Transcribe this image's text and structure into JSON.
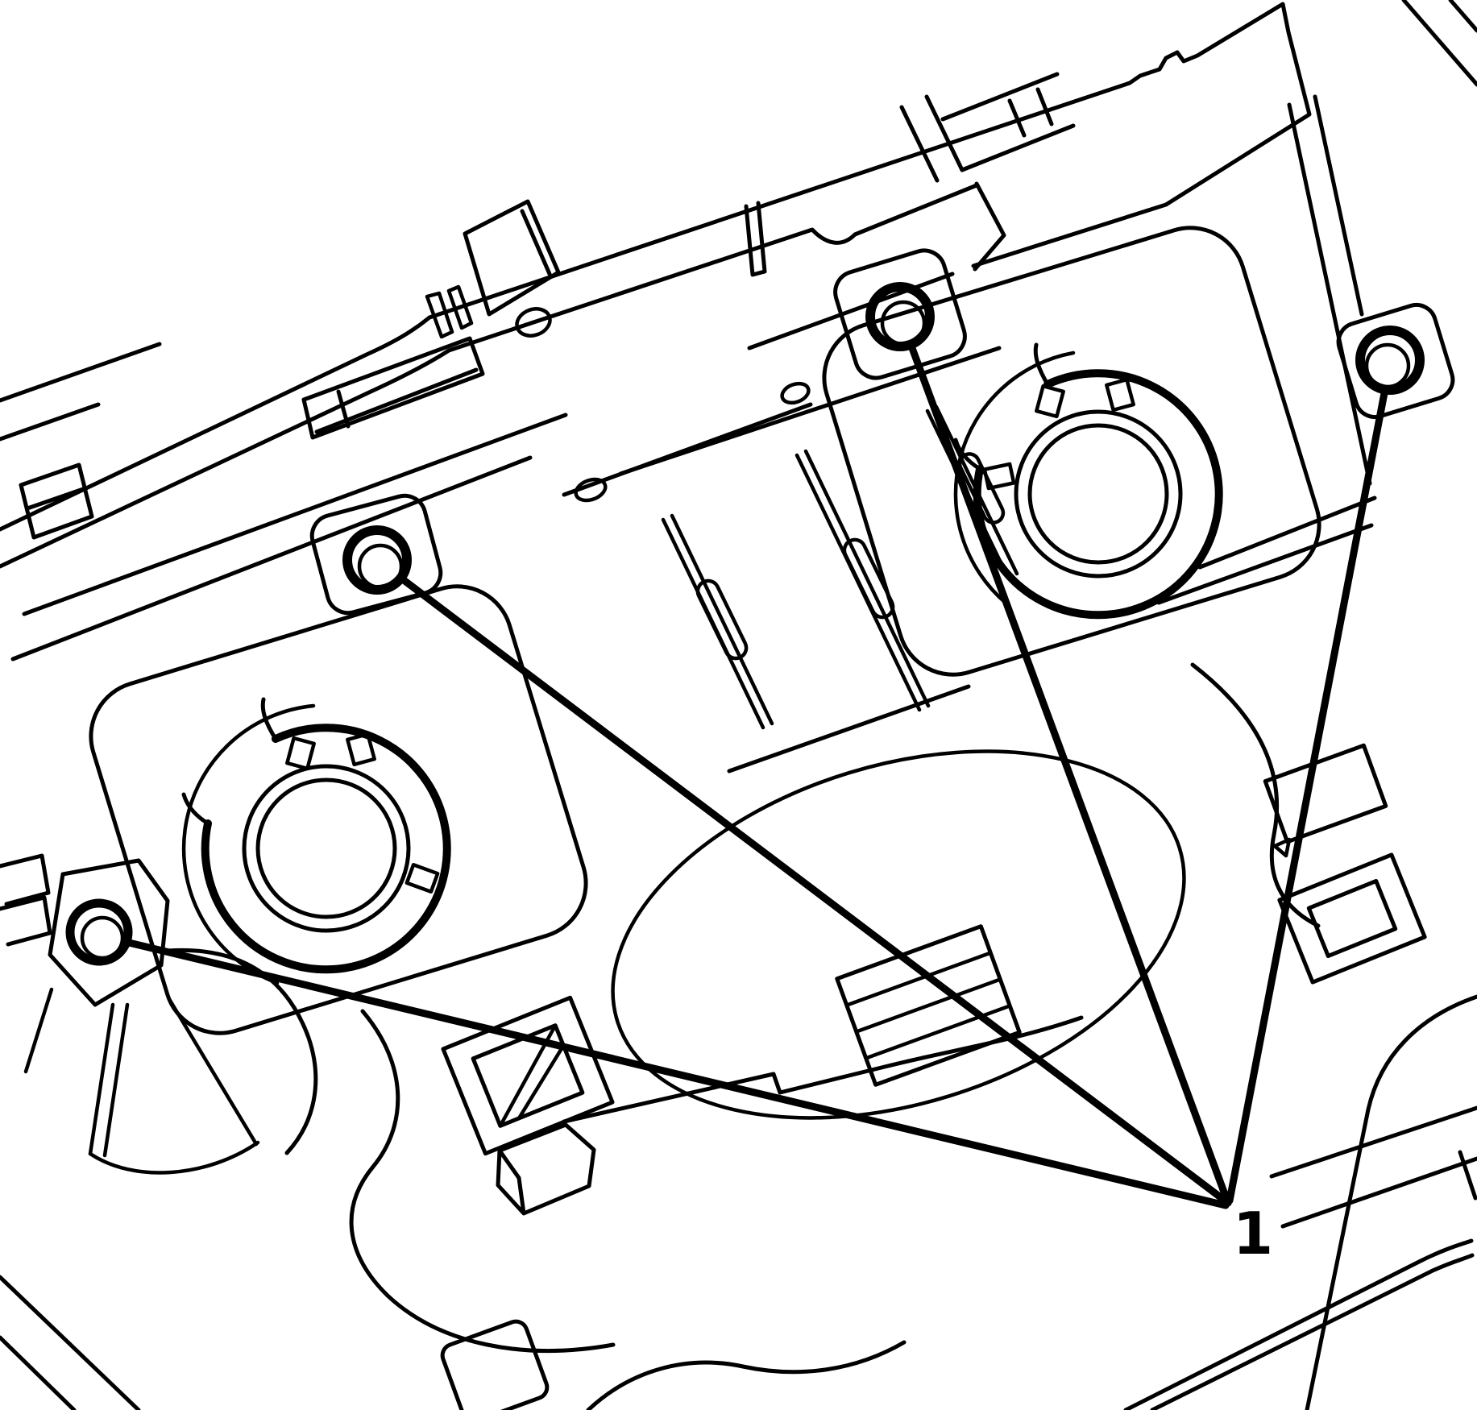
{
  "figure": {
    "kind": "technical-line-illustration",
    "subject": "Transmission control module / valve body underside shown in line art with retaining bolt grommet locations called out",
    "background_color": "#ffffff",
    "line_color": "#000000",
    "callout": {
      "label": "1",
      "marker_count": 4,
      "markers": [
        {
          "name": "bolt-top-center"
        },
        {
          "name": "bolt-top-right"
        },
        {
          "name": "bolt-center-left"
        },
        {
          "name": "bolt-bottom-left"
        }
      ]
    }
  }
}
